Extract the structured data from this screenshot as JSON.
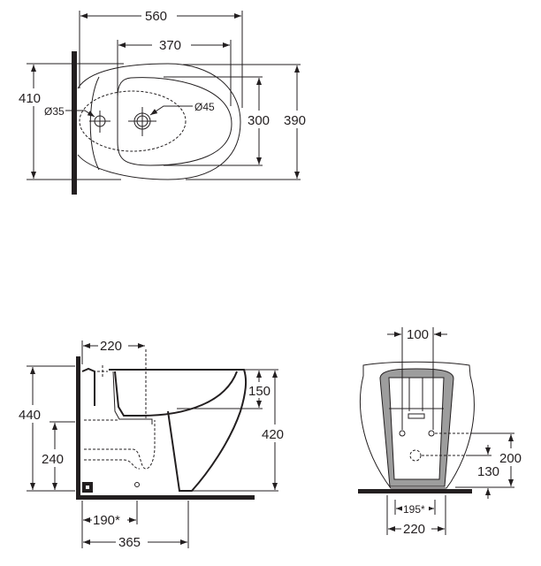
{
  "top_view": {
    "overall_length": "560",
    "basin_length": "370",
    "overall_width": "410",
    "bowl_width": "390",
    "basin_width": "300",
    "tap_hole_left": "Ø35",
    "tap_hole_right": "Ø45"
  },
  "side_view": {
    "outlet_offset": "220",
    "total_height": "440",
    "waste_height": "240",
    "basin_depth": "150",
    "rim_height": "420",
    "floor_fixing": "190*",
    "projection": "365"
  },
  "front_view": {
    "fixing_spacing": "100",
    "fixing_height": "200",
    "supply_height": "130",
    "floor_fixing_spacing": "195*",
    "base_width": "220"
  },
  "colors": {
    "line": "#231f20",
    "frame": "#9d9d9d"
  }
}
